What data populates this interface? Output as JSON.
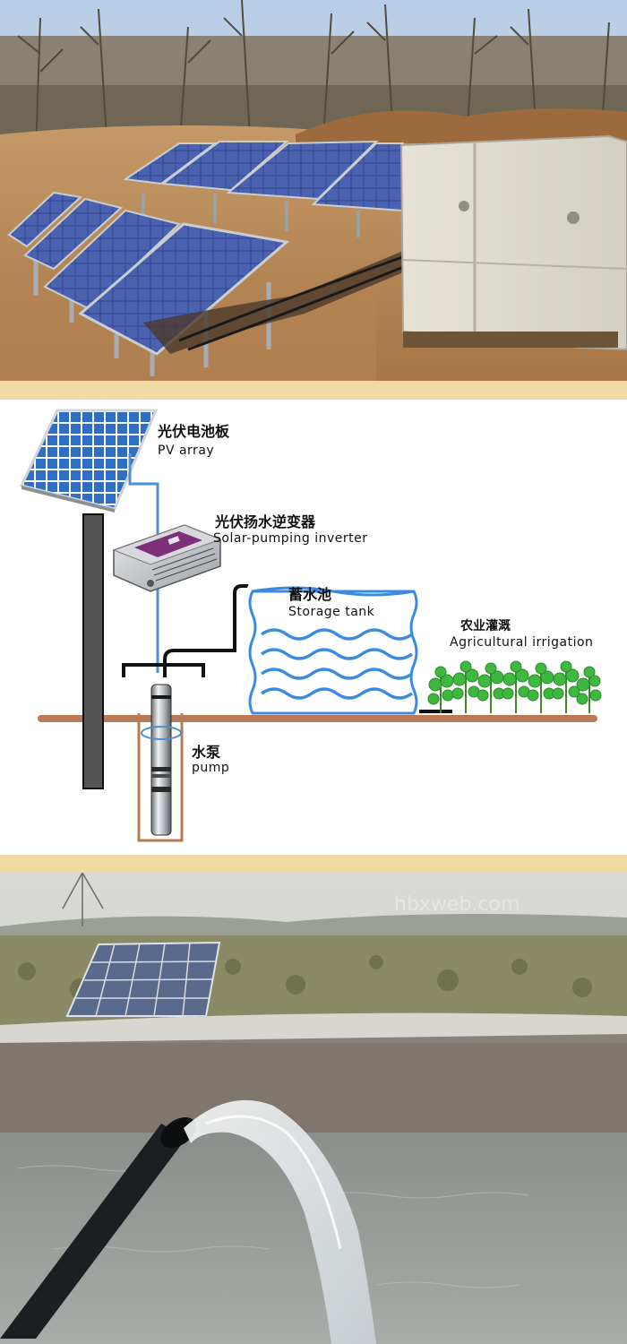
{
  "labels": {
    "pv_cn": "光伏电池板",
    "pv_en": "PV array",
    "inverter_cn": "光伏扬水逆变器",
    "inverter_en": "Solar-pumping inverter",
    "tank_cn": "蓄水池",
    "tank_en": "Storage tank",
    "irrigation_cn": "农业灌溉",
    "irrigation_en": "Agricultural irrigation",
    "pump_cn": "水泵",
    "pump_en": "pump"
  },
  "watermark": "hbxweb.com",
  "colors": {
    "border": "#f1d9a4",
    "ground": "#b87a55",
    "wire": "#4f8fd0",
    "pipe": "#111111",
    "water": "#3a8be0",
    "plant": "#3fb83f"
  },
  "icons": [
    "solar-panel-icon",
    "inverter-icon",
    "storage-tank-icon",
    "submersible-pump-icon",
    "crop-icon",
    "water-hose-icon"
  ]
}
